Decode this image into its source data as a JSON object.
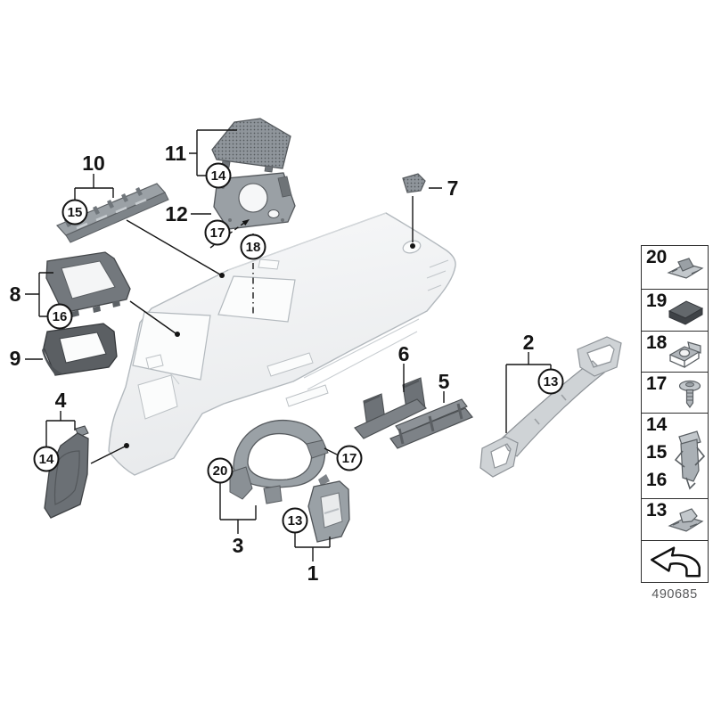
{
  "diagram": {
    "part_labels": [
      {
        "text": "10"
      },
      {
        "text": "11"
      },
      {
        "text": "12"
      },
      {
        "text": "7"
      },
      {
        "text": "8"
      },
      {
        "text": "9"
      },
      {
        "text": "4"
      },
      {
        "text": "6"
      },
      {
        "text": "5"
      },
      {
        "text": "2"
      },
      {
        "text": "3"
      },
      {
        "text": "1"
      }
    ],
    "callouts": [
      {
        "text": "15"
      },
      {
        "text": "14"
      },
      {
        "text": "17"
      },
      {
        "text": "18"
      },
      {
        "text": "16"
      },
      {
        "text": "14"
      },
      {
        "text": "13"
      },
      {
        "text": "20"
      },
      {
        "text": "17"
      },
      {
        "text": "13"
      }
    ]
  },
  "legend": {
    "items": [
      {
        "numbers": [
          "20"
        ],
        "icon": "snap-clip"
      },
      {
        "numbers": [
          "19"
        ],
        "icon": "foam-pad"
      },
      {
        "numbers": [
          "18"
        ],
        "icon": "cage-nut"
      },
      {
        "numbers": [
          "17"
        ],
        "icon": "washer-screw"
      },
      {
        "numbers": [
          "14",
          "15",
          "16"
        ],
        "icon": "spring-clip"
      },
      {
        "numbers": [
          "13"
        ],
        "icon": "snap-clip"
      }
    ],
    "footer_icon": "turn-over-arrow",
    "drawing_number": "490685"
  },
  "colors": {
    "line": "#141414",
    "panel_light": "#f4f5f6",
    "panel_shade": "#e7e9eb",
    "part_dark": "#5b5f63",
    "part_medium": "#8f959b",
    "part_light": "#cfd3d6"
  }
}
